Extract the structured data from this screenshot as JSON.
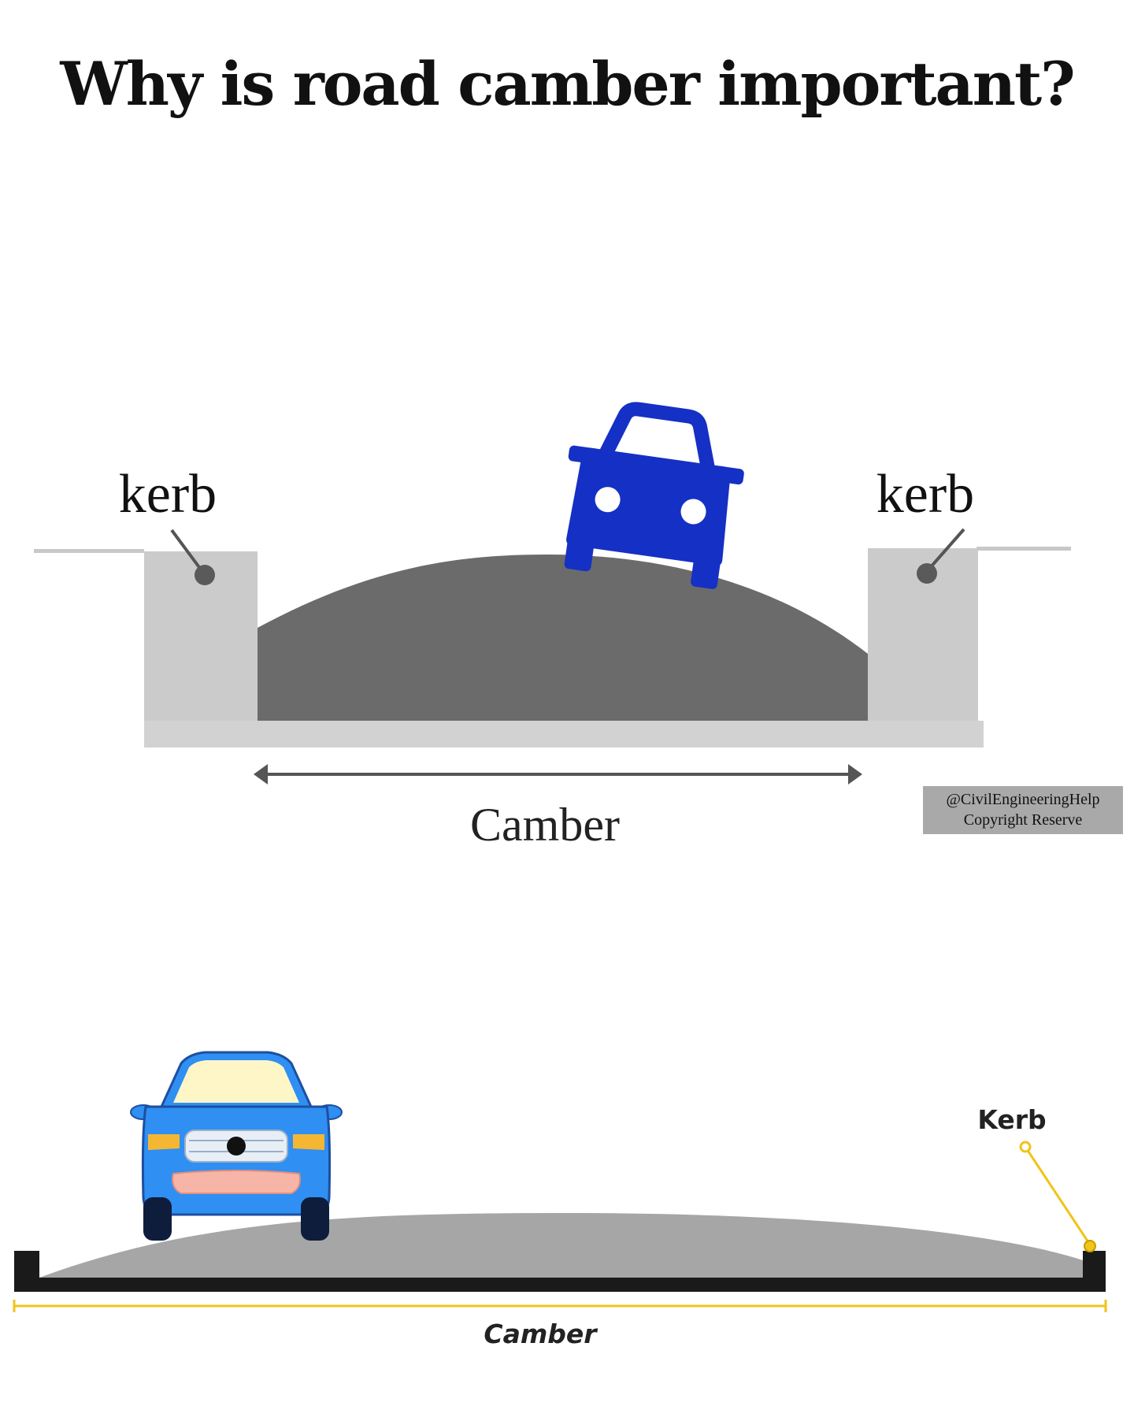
{
  "title": "Why is road camber important?",
  "diagram_top": {
    "kerb_left_label": "kerb",
    "kerb_right_label": "kerb",
    "camber_label": "Camber",
    "colors": {
      "road": "#6b6b6b",
      "kerb": "#cbcbcb",
      "car": "#1530c4",
      "arrow": "#555555",
      "kerb_marker": "#5a5a5a"
    }
  },
  "watermark": {
    "line1": "@CivilEngineeringHelp",
    "line2": "Copyright Reserve"
  },
  "diagram_bottom": {
    "kerb_label": "Kerb",
    "camber_label": "Camber",
    "colors": {
      "road": "#a6a6a6",
      "base": "#1a1a1a",
      "car": "#2f8ff2",
      "pointer": "#f0c419",
      "dimension_line": "#f0c419"
    }
  }
}
